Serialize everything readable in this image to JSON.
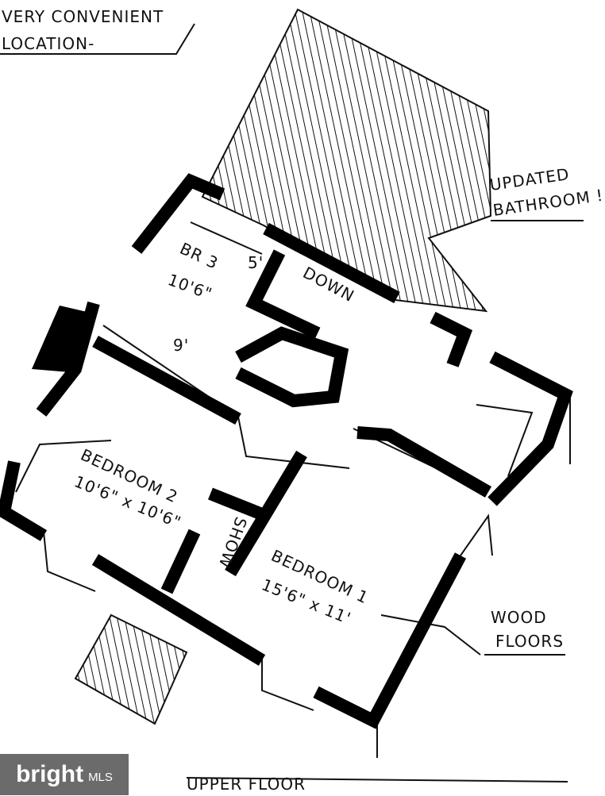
{
  "notes": {
    "location": [
      "VERY CONVENIENT",
      "LOCATION-"
    ],
    "bathroom": [
      "UPDATED",
      "BATHROOM !"
    ],
    "floors": [
      "WOOD",
      "FLOORS"
    ],
    "title": "UPPER FLOOR"
  },
  "rooms": {
    "br3": {
      "label": "BR 3",
      "dim_a": "5'",
      "dim_b": "10'6\"",
      "dim_c": "9'"
    },
    "stairs": {
      "label": "DOWN"
    },
    "bedroom2": {
      "label": "BEDROOM 2",
      "dims": "10'6\" x 10'6\""
    },
    "closet": {
      "label": "SHOW"
    },
    "bedroom1": {
      "label": "BEDROOM 1",
      "dims": "15'6\" x 11'"
    }
  },
  "logo": {
    "brand": "bright",
    "suffix": "MLS"
  }
}
